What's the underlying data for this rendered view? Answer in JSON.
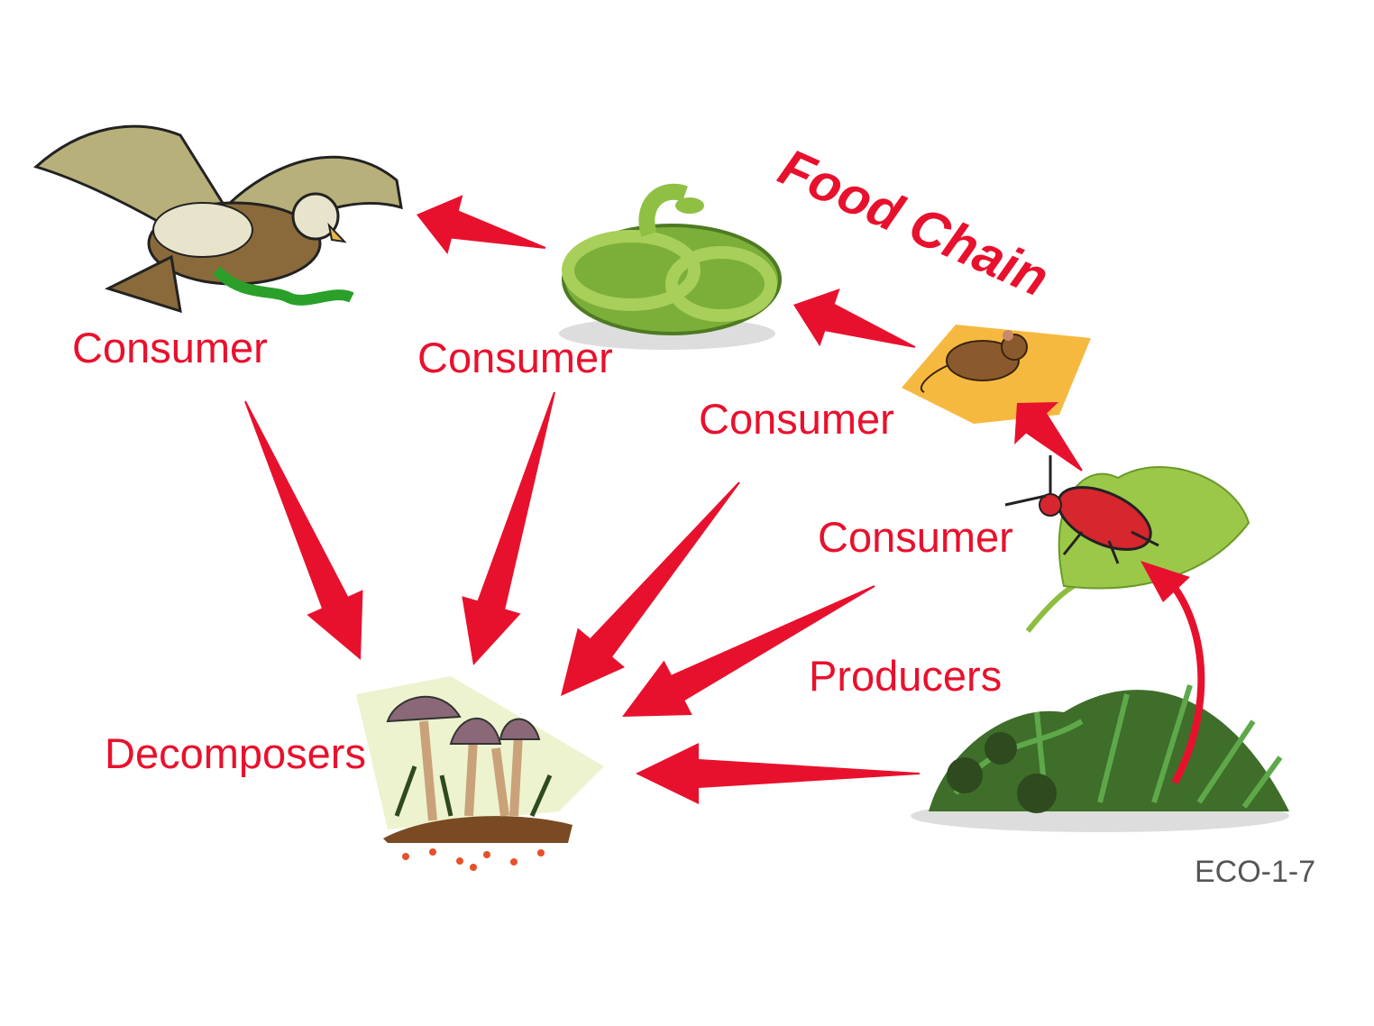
{
  "title": "Food Chain",
  "labels": {
    "eagle": "Consumer",
    "snake": "Consumer",
    "mouse": "Consumer",
    "beetle": "Consumer",
    "producers": "Producers",
    "decomposers": "Decomposers"
  },
  "figure_code": "ECO-1-7",
  "colors": {
    "arrow": "#e8112d",
    "label": "#e8112d",
    "code": "#555555"
  }
}
